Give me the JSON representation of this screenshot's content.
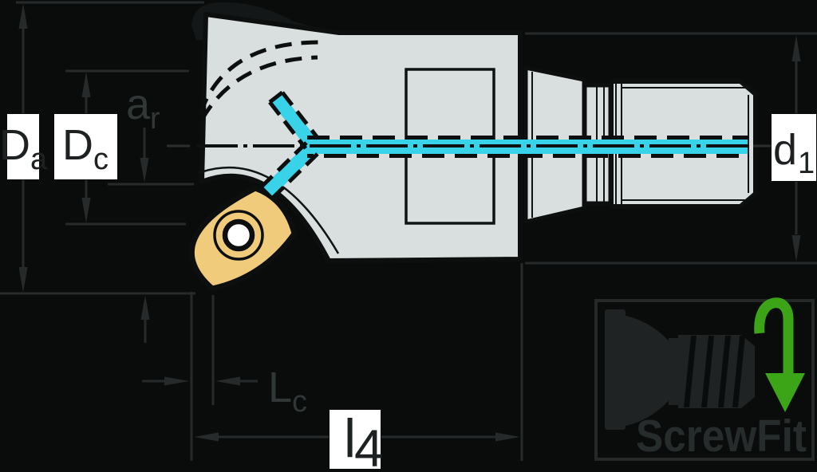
{
  "dimensions": {
    "da": {
      "main": "D",
      "sub": "a"
    },
    "dc": {
      "main": "D",
      "sub": "c"
    },
    "ar": {
      "main": "a",
      "sub": "r"
    },
    "d1": {
      "main": "d",
      "sub": "1"
    },
    "lc": {
      "main": "L",
      "sub": "c"
    },
    "l4": {
      "main": "l",
      "sub": "4"
    }
  },
  "logo": {
    "text": "ScrewFit"
  },
  "colors": {
    "background": "#0a0c0c",
    "dimension_line_gray": "#262a2a",
    "body_gray": "#d8dfde",
    "insert_yellow": "#f0cb7b",
    "coolant_cyan": "#38d3e8",
    "accent_green": "#3ca417",
    "label_box_white": "#ffffff",
    "label_text_black": "#1d2121"
  }
}
